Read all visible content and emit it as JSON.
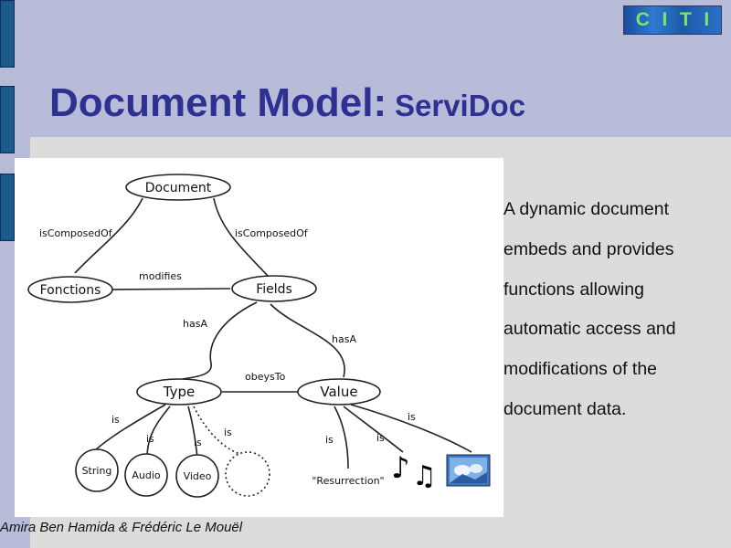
{
  "slide": {
    "title": "Document Model:",
    "subtitle": "ServiDoc",
    "logo_text": "CITI",
    "description": "A dynamic document embeds and provides functions allowing automatic access and modifications of the document data.",
    "footer": "Amira Ben Hamida & Frédéric Le Mouël"
  },
  "diagram": {
    "nodes": {
      "document": "Document",
      "fonctions": "Fonctions",
      "fields": "Fields",
      "type": "Type",
      "value": "Value",
      "string": "String",
      "audio": "Audio",
      "video": "Video",
      "resurrection": "\"Resurrection\""
    },
    "edges": {
      "doc_fonctions": "isComposedOf",
      "doc_fields": "isComposedOf",
      "fonctions_fields": "modifies",
      "fields_type": "hasA",
      "fields_value": "hasA",
      "type_value": "obeysTo",
      "type_string": "is",
      "type_audio": "is",
      "type_video": "is",
      "type_other": "is",
      "value_resurrection": "is",
      "value_music": "is",
      "value_image": "is"
    },
    "icons": [
      "music-notes-icon",
      "image-thumbnail-icon"
    ]
  }
}
